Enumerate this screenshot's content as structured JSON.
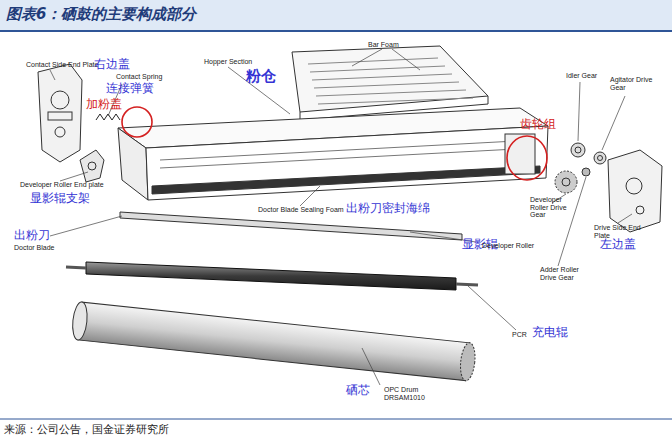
{
  "diagram": {
    "title": "图表6：硒鼓的主要构成部分",
    "caption": "来源：公司公告，国金证券研究所",
    "labels": [
      "Contact Side End Plate",
      "右边盖",
      "Contact Spring",
      "连接弹簧",
      "加粉盖",
      "Hopper Section",
      "粉仓",
      "Bar Foam",
      "Idler Gear",
      "Agitator Drive Gear",
      "齿轮组",
      "Developer Roller End plate",
      "显影辊支架",
      "Doctor Blade Sealing Foam",
      "出粉刀密封海绵",
      "Developer Roller Drive Gear",
      "Drive Side End Plate",
      "左边盖",
      "出粉刀",
      "Doctor Blade",
      "显影辊",
      "Developer Roller",
      "Adder Roller Drive Gear",
      "PCR",
      "充电辊",
      "硒芯",
      "OPC Drum",
      "DRSAM1010"
    ]
  }
}
